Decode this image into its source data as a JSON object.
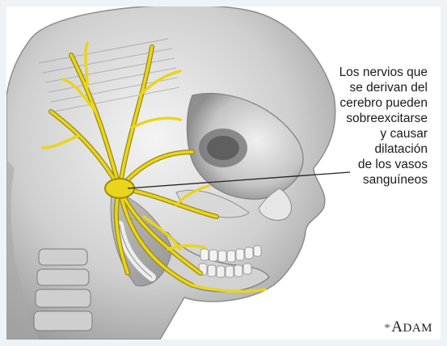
{
  "caption": {
    "lines": [
      "Los nervios que",
      "se derivan del",
      "cerebro pueden",
      "sobreexcitarse",
      "y causar",
      "dilatación",
      "de los vasos",
      "sanguíneos"
    ]
  },
  "logo": {
    "mark": "*",
    "text_first": "A",
    "text_rest": "DAM"
  },
  "colors": {
    "nerve": "#e9d51c",
    "nerve_outline": "#9a8a10",
    "bone": "#d8d8d8",
    "background": "#eef3f8"
  },
  "icons": {
    "logo_mark": "adam-logo-icon"
  }
}
